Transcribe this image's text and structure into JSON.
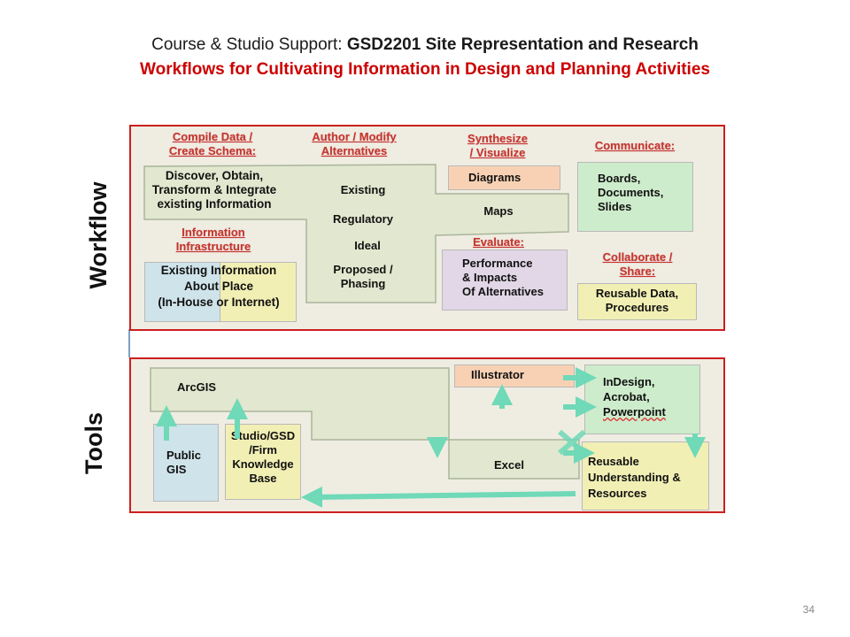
{
  "title": {
    "prefix": "Course & Studio Support:",
    "course": "GSD2201",
    "course_name": "Site Representation and Research",
    "subtitle": "Workflows for Cultivating Information in Design and Planning Activities"
  },
  "workflow": {
    "side_label": "Workflow",
    "compile_heading": [
      "Compile Data /",
      "Create Schema:"
    ],
    "discover_text": [
      "Discover,  Obtain,",
      "Transform & Integrate",
      "existing Information"
    ],
    "author_heading": [
      "Author / Modify",
      "Alternatives"
    ],
    "alternatives": [
      "Existing",
      "Regulatory",
      "Ideal",
      "Proposed /",
      "Phasing"
    ],
    "synthesize_heading": [
      "Synthesize",
      "/ Visualize"
    ],
    "diagrams": "Diagrams",
    "maps": "Maps",
    "communicate_heading": "Communicate:",
    "communicate_box": [
      "Boards,",
      "Documents,",
      "Slides"
    ],
    "infrastructure_heading": [
      "Information",
      "Infrastructure"
    ],
    "existing_info": [
      "Existing Information",
      "About Place",
      "(In-House or Internet)"
    ],
    "evaluate_heading": "Evaluate:",
    "performance": [
      "Performance",
      "& Impacts",
      "Of Alternatives"
    ],
    "collaborate_heading": [
      "Collaborate /",
      "Share:"
    ],
    "reusable_data": [
      "Reusable Data,",
      "Procedures"
    ]
  },
  "tools": {
    "side_label": "Tools",
    "arcgis": "ArcGIS",
    "illustrator": "Illustrator",
    "indesign": [
      "InDesign,",
      "Acrobat,",
      "Powerpoint"
    ],
    "public_gis": [
      "Public",
      "GIS"
    ],
    "studio": [
      "Studio/GSD",
      "/Firm",
      "Knowledge",
      "Base"
    ],
    "excel": "Excel",
    "reusable": [
      "Reusable",
      "Understanding &",
      "Resources"
    ]
  },
  "colors": {
    "frame": "#cc1f1f",
    "panel_bg": "#efede2",
    "heading_red": "#c0392b",
    "arrow": "#6fd9b8",
    "orange_box": "#f8d1b4",
    "green_box": "#cdeccb",
    "purple_box": "#e1d7e6",
    "yellow_box": "#f1efb4",
    "blue_box": "#cfe3ea",
    "flow_shape": "#e2e7cf"
  },
  "page_number": "34"
}
